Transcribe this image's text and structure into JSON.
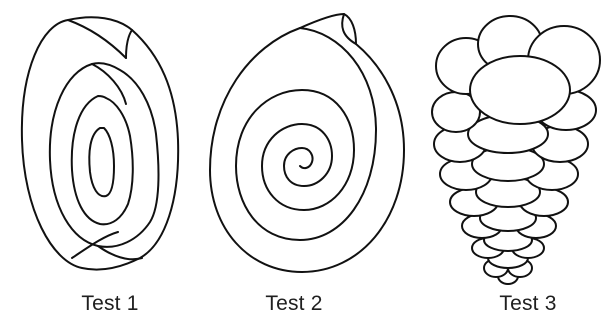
{
  "captions": {
    "test1": "Test 1",
    "test2": "Test 2",
    "test3": "Test 3"
  },
  "colors": {
    "ink": "#111111",
    "background": "#ffffff"
  }
}
